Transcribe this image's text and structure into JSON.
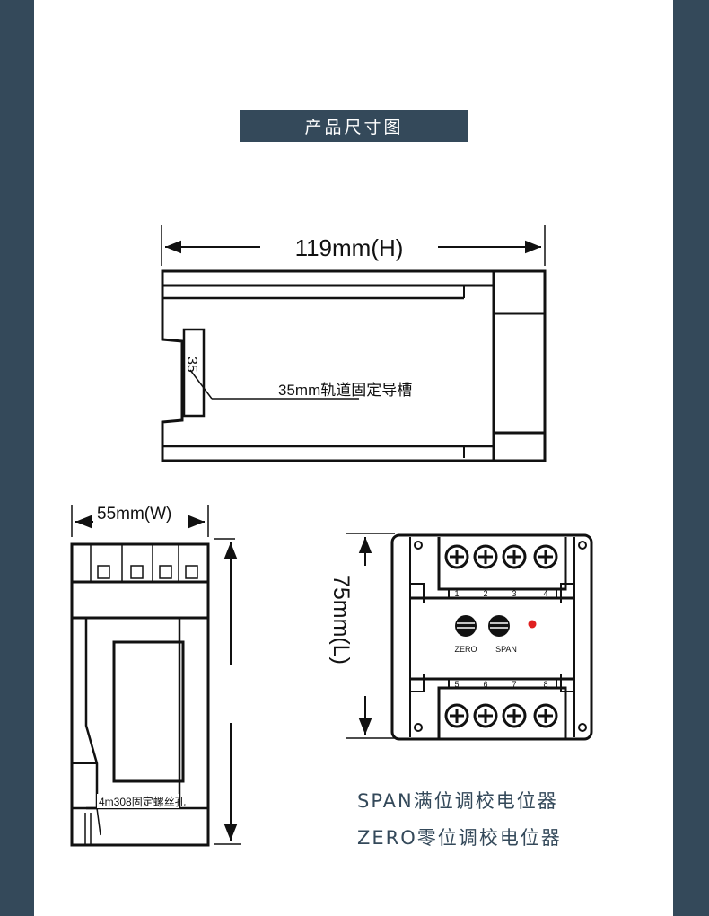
{
  "title": "产品尺寸图",
  "top_view": {
    "width_label": "119mm(H)",
    "rail_size": "35",
    "rail_label": "35mm轨道固定导槽"
  },
  "side_view": {
    "width_label": "55mm(W)",
    "screw_label": "4m308固定螺丝孔"
  },
  "front_view": {
    "height_label": "75mm(L)",
    "terminals_top": [
      "1",
      "2",
      "3",
      "4"
    ],
    "terminals_bottom": [
      "5",
      "6",
      "7",
      "8"
    ],
    "knob_zero": "ZERO",
    "knob_span": "SPAN",
    "led_color": "#e02020"
  },
  "legend": {
    "span_line": "SPAN满位调校电位器",
    "zero_line": "ZERO零位调校电位器"
  },
  "colors": {
    "background": "#34495a",
    "accent": "#34495a"
  }
}
